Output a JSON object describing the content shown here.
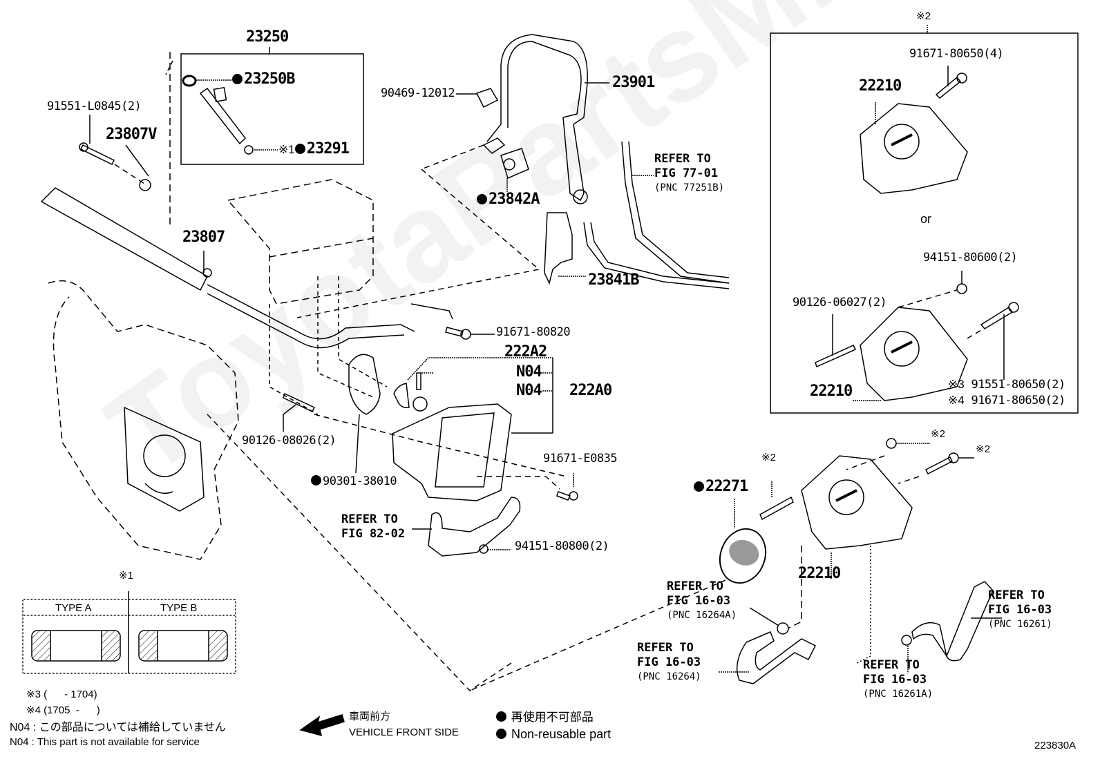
{
  "watermark": "ToyotaPartsMinerU",
  "diagram_code": "223830A",
  "injector_group": {
    "box_label": "23250",
    "parts": [
      {
        "id": "23250B",
        "non_reusable": true,
        "note": ""
      },
      {
        "id": "23291",
        "non_reusable": true,
        "note": "※1"
      }
    ]
  },
  "labels": {
    "bolt_91551": "91551-L0845(2)",
    "insulator_23807V": "23807V",
    "delivery_pipe_23807": "23807",
    "clip_90469": "90469-12012",
    "hose_23901": "23901",
    "hose_23842A": "23842A",
    "hose_23841B": "23841B",
    "refer_77": [
      "REFER TO",
      "FIG 77-01",
      "(PNC 77251B)"
    ],
    "bolt_91671_80820": "91671-80820",
    "part_222A2": "222A2",
    "n04_a": "N04",
    "n04_b": "N04",
    "part_222A0": "222A0",
    "stud_90126_08026": "90126-08026(2)",
    "gasket_90301": "90301-38010",
    "bolt_91671_E0835": "91671-E0835",
    "refer_82": [
      "REFER TO",
      "FIG 82-02"
    ],
    "nut_94151_80800": "94151-80800(2)",
    "gasket_22271": "22271",
    "note2_a": "※2",
    "note2_b": "※2",
    "note2_c": "※2",
    "throttle_22210_main": "22210",
    "refer_16264A": [
      "REFER TO",
      "FIG 16-03",
      "(PNC 16264A)"
    ],
    "refer_16264": [
      "REFER TO",
      "FIG 16-03",
      "(PNC 16264)"
    ],
    "refer_16261": [
      "REFER TO",
      "FIG 16-03",
      "(PNC 16261)"
    ],
    "refer_16261A": [
      "REFER TO",
      "FIG 16-03",
      "(PNC 16261A)"
    ]
  },
  "option_box": {
    "header": "※2",
    "or_label": "or",
    "variant1": {
      "body": "22210",
      "bolt": "91671-80650(4)"
    },
    "variant2": {
      "body": "22210",
      "nut": "94151-80600(2)",
      "stud": "90126-06027(2)",
      "bolt_note3_mark": "※3",
      "bolt_note3": "91551-80650(2)",
      "bolt_note4_mark": "※4",
      "bolt_note4": "91671-80650(2)"
    }
  },
  "type_table": {
    "header": "※1",
    "col_a": "TYPE A",
    "col_b": "TYPE B"
  },
  "notes": {
    "note3": "※3 (      - 1704)",
    "note4": "※4 (1705  -      )",
    "n04_ja": "N04 : この部品については補給していません",
    "n04_en": "N04 : This part is not available for service"
  },
  "legend": {
    "front_ja": "車両前方",
    "front_en": "VEHICLE FRONT SIDE",
    "nonreusable_ja": "再使用不可部品",
    "nonreusable_en": "Non-reusable part"
  }
}
